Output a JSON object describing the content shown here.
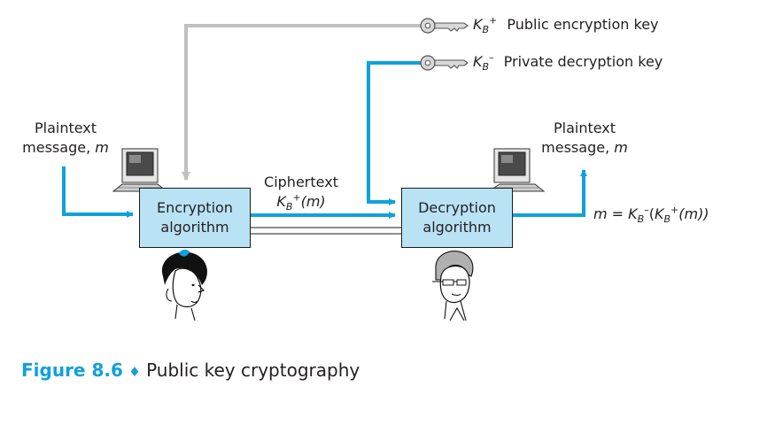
{
  "public_key": {
    "symbol": "K",
    "subscript": "B",
    "superscript": "+",
    "label": "Public encryption key"
  },
  "private_key": {
    "symbol": "K",
    "subscript": "B",
    "superscript": "–",
    "label": "Private decryption key"
  },
  "sender": {
    "input_line1": "Plaintext",
    "input_line2_text": "message, ",
    "input_line2_var": "m",
    "box_line1": "Encryption",
    "box_line2": "algorithm"
  },
  "channel": {
    "label": "Ciphertext",
    "expr_symbol": "K",
    "expr_sub": "B",
    "expr_sup": "+",
    "expr_arg": "(m)"
  },
  "receiver": {
    "box_line1": "Decryption",
    "box_line2": "algorithm",
    "output_line1": "Plaintext",
    "output_line2_text": "message, ",
    "output_line2_var": "m",
    "result": {
      "lhs": "m = ",
      "outer_symbol": "K",
      "outer_sub": "B",
      "outer_sup": "–",
      "open": "(",
      "inner_symbol": "K",
      "inner_sub": "B",
      "inner_sup": "+",
      "inner_arg": "(m))"
    }
  },
  "caption": {
    "number": "Figure 8.6",
    "separator": "♦",
    "title": "Public key cryptography"
  },
  "colors": {
    "accent_blue": "#0ea2dc",
    "box_fill": "#b9e2f5",
    "public_key_line": "#c0c0c0"
  }
}
